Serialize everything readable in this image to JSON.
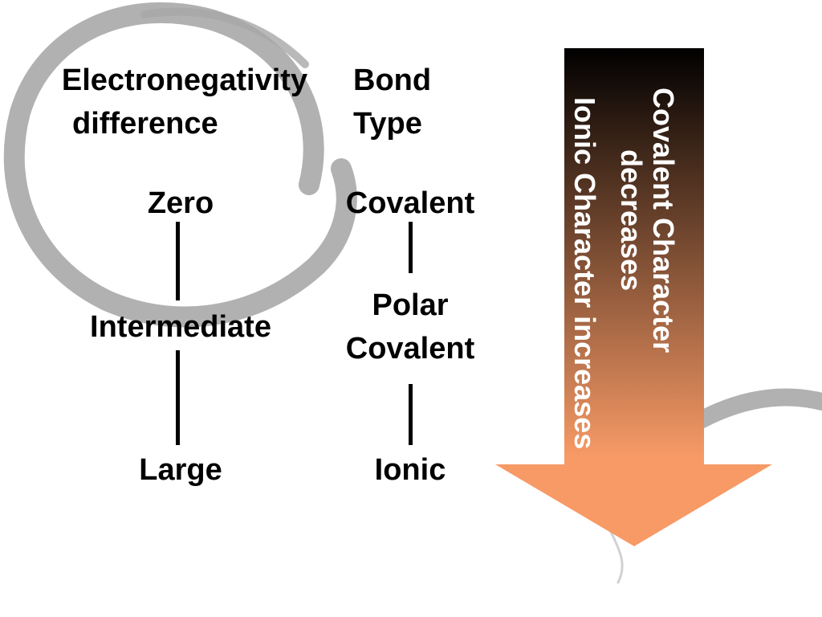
{
  "headers": {
    "electronegativity_line1": "Electronegativity",
    "electronegativity_line2": "difference",
    "bond_type_line1": "Bond",
    "bond_type_line2": "Type"
  },
  "rows": [
    {
      "en_difference": "Zero",
      "bond_type": [
        "Covalent"
      ]
    },
    {
      "en_difference": "Intermediate",
      "bond_type": [
        "Polar",
        "Covalent"
      ]
    },
    {
      "en_difference": "Large",
      "bond_type": [
        "Ionic"
      ]
    }
  ],
  "arrow": {
    "covalent_line1": "Covalent Character",
    "covalent_line2": "decreases",
    "ionic_line": "Ionic Character increases",
    "gradient_top": "#000000",
    "gradient_bottom": "#f79a66"
  },
  "colors": {
    "background": "#ffffff",
    "text": "#000000",
    "swirl": "#a8a8a8"
  }
}
